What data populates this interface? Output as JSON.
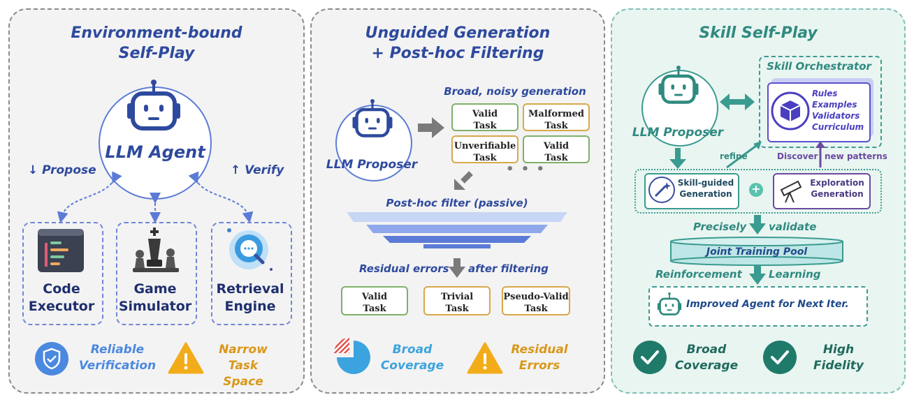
{
  "panel1": {
    "title_line1": "Environment-bound",
    "title_line2": "Self-Play",
    "agent_label": "LLM Agent",
    "propose": "↓ Propose",
    "verify": "↑ Verify",
    "tools": [
      {
        "line1": "Code",
        "line2": "Executor"
      },
      {
        "line1": "Game",
        "line2": "Simulator"
      },
      {
        "line1": "Retrieval",
        "line2": "Engine"
      }
    ],
    "pro": {
      "line1": "Reliable",
      "line2": "Verification"
    },
    "con": {
      "line1": "Narrow",
      "line2": "Task Space"
    }
  },
  "panel2": {
    "title_line1": "Unguided Generation",
    "title_line2": "+ Post-hoc Filtering",
    "proposer_label": "LLM Proposer",
    "gen_label": "Broad, noisy generation",
    "gen_tasks": [
      {
        "line1": "Valid",
        "line2": "Task"
      },
      {
        "line1": "Malformed",
        "line2": "Task"
      },
      {
        "line1": "Unverifiable",
        "line2": "Task"
      },
      {
        "line1": "Valid",
        "line2": "Task"
      }
    ],
    "ellipsis": "• • •",
    "filter_label": "Post-hoc filter (passive)",
    "residual_left": "Residual errors",
    "residual_right": "after filtering",
    "out_tasks": [
      {
        "line1": "Valid",
        "line2": "Task"
      },
      {
        "line1": "Trivial",
        "line2": "Task"
      },
      {
        "line1": "Pseudo-Valid",
        "line2": "Task"
      }
    ],
    "pro": {
      "line1": "Broad",
      "line2": "Coverage"
    },
    "con": {
      "line1": "Residual",
      "line2": "Errors"
    }
  },
  "panel3": {
    "title": "Skill Self-Play",
    "proposer_label": "LLM Proposer",
    "orchestrator_title": "Skill Orchestrator",
    "orchestrator_items": [
      "Rules",
      "Examples",
      "Validators",
      "Curriculum"
    ],
    "refine": "refine",
    "discover": "Discover",
    "new_patterns": "new patterns",
    "skill_gen": {
      "line1": "Skill-guided",
      "line2": "Generation"
    },
    "plus": "+",
    "explore_gen": {
      "line1": "Exploration",
      "line2": "Generation"
    },
    "precisely": "Precisely",
    "validate": "validate",
    "pool": "Joint Training Pool",
    "reinforcement": "Reinforcement",
    "learning": "Learning",
    "improved": "Improved Agent for Next Iter.",
    "pro1": {
      "line1": "Broad",
      "line2": "Coverage"
    },
    "pro2": {
      "line1": "High",
      "line2": "Fidelity"
    }
  },
  "colors": {
    "blue_title": "#2e4a9e",
    "teal_title": "#2f8a80",
    "agent_blue": "#5b7bd6",
    "amber": "#e2a31b",
    "check_teal": "#1f7a6a",
    "panel3_bg": "#e9f5f1"
  },
  "icons": [
    "robot-icon",
    "code-icon",
    "chess-icon",
    "search-globe-icon",
    "shield-check-icon",
    "warning-icon",
    "pie-chart-icon",
    "cube-icon",
    "wand-icon",
    "telescope-icon",
    "check-circle-icon"
  ]
}
